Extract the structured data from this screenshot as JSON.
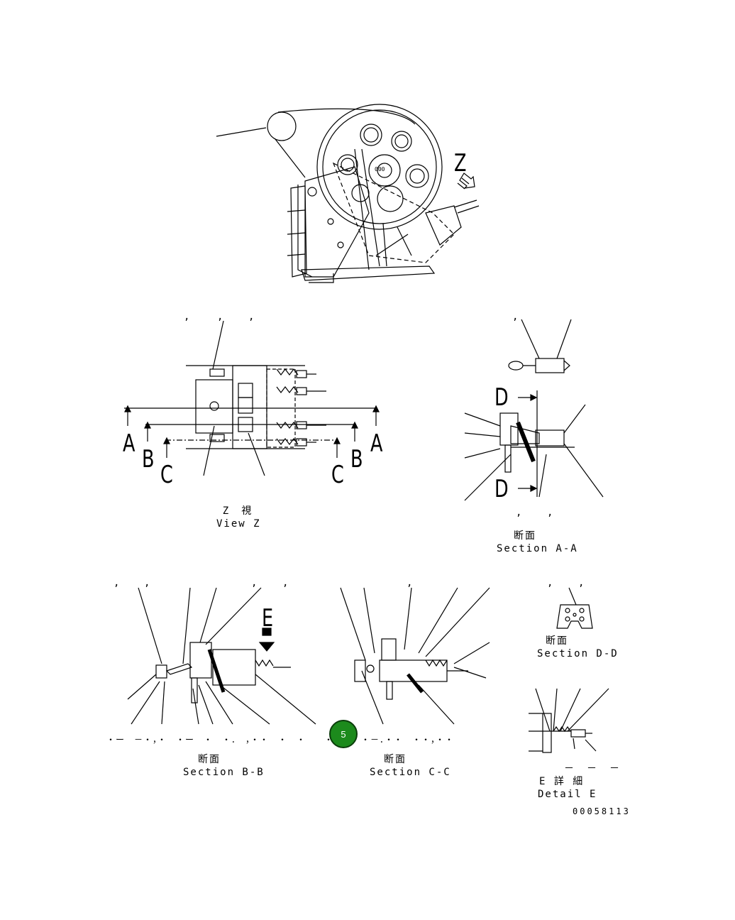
{
  "views": {
    "view_z": {
      "jp": "Z　視",
      "en": "View Z"
    },
    "section_aa": {
      "jp": "断面",
      "en": "Section A-A"
    },
    "section_dd": {
      "jp": "断面",
      "en": "Section D-D"
    },
    "section_bb": {
      "jp": "断面",
      "en": "Section B-B"
    },
    "section_cc": {
      "jp": "断面",
      "en": "Section C-C"
    },
    "detail_e": {
      "jp": "E 詳 細",
      "en": "Detail E"
    }
  },
  "markers": {
    "z": "Z",
    "a": "A",
    "b": "B",
    "c": "C",
    "d": "D",
    "e": "E"
  },
  "callout_marks": {
    "comma": ",",
    "dash_row": "・ー　－・，・　・ー　・　・．　，・・　・　・　　・，－　・－．・・　・・，・・",
    "detail_dashes": "－　－　－"
  },
  "page_badge": "5",
  "drawing_number": "00058113"
}
